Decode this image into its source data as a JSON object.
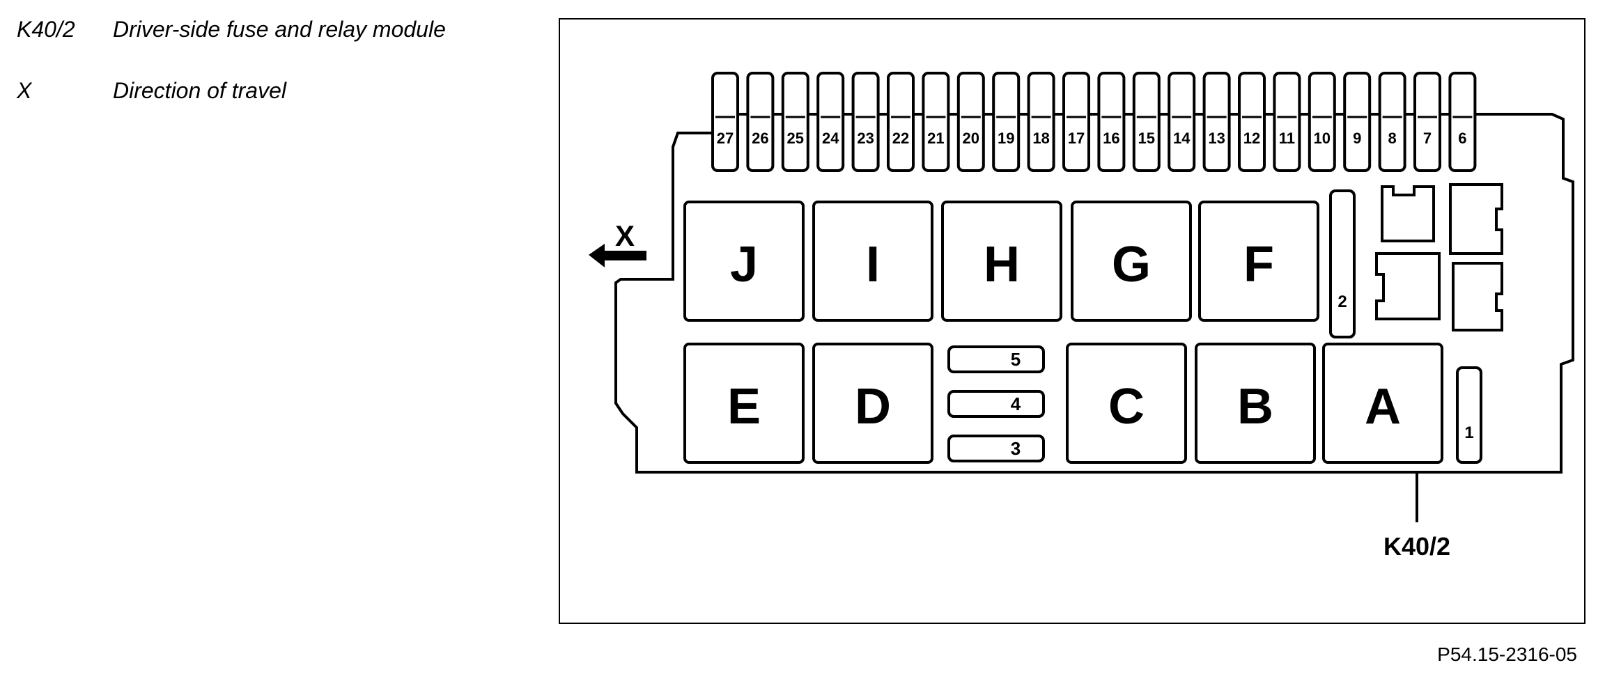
{
  "legend": [
    {
      "code": "K40/2",
      "text": "Driver-side fuse and relay module"
    },
    {
      "code": "X",
      "text": "Direction of travel"
    }
  ],
  "diagram": {
    "fuses_top": [
      "27",
      "26",
      "25",
      "24",
      "23",
      "22",
      "21",
      "20",
      "19",
      "18",
      "17",
      "16",
      "15",
      "14",
      "13",
      "12",
      "11",
      "10",
      "9",
      "8",
      "7",
      "6"
    ],
    "relays_top": [
      "J",
      "I",
      "H",
      "G",
      "F"
    ],
    "relays_bottom_left": [
      "E",
      "D"
    ],
    "small_fuses": [
      "5",
      "4",
      "3"
    ],
    "relays_bottom_right": [
      "C",
      "B",
      "A"
    ],
    "side_fuse_2": "2",
    "side_fuse_1": "1",
    "direction_label": "X",
    "module_label": "K40/2"
  },
  "figure_id": "P54.15-2316-05"
}
